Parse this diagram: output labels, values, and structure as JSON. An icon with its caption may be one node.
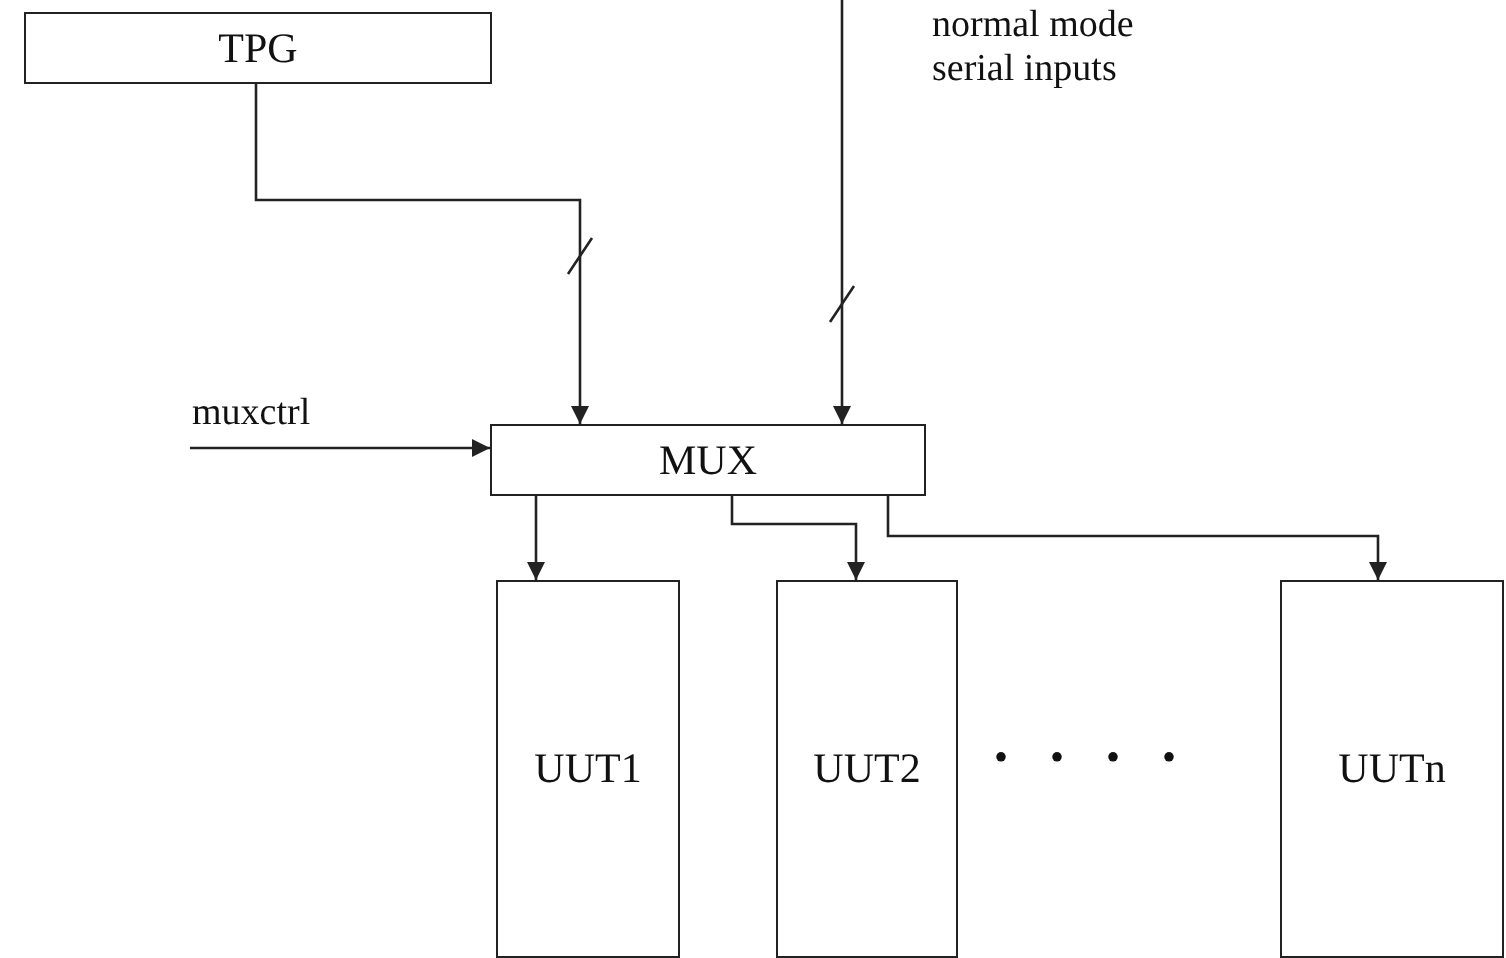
{
  "diagram": {
    "nodes": [
      {
        "text": [
          "TPG"
        ]
      },
      {
        "text": [
          "MUX"
        ]
      },
      {
        "text": [
          "UUT1"
        ]
      },
      {
        "text": [
          "UUT2"
        ]
      },
      {
        "text": [
          "UUTn"
        ]
      }
    ],
    "edges": [
      {
        "from": 0,
        "to": 1,
        "arrow": "to"
      },
      {
        "from": null,
        "to": 1,
        "arrow": "to",
        "label": "normal mode serial inputs"
      },
      {
        "from": null,
        "to": 1,
        "arrow": "to",
        "label": "muxctrl"
      },
      {
        "from": 1,
        "to": 2,
        "arrow": "to"
      },
      {
        "from": 1,
        "to": 3,
        "arrow": "to"
      },
      {
        "from": 1,
        "to": 4,
        "arrow": "to"
      }
    ],
    "labels": [
      "• • • •"
    ]
  }
}
